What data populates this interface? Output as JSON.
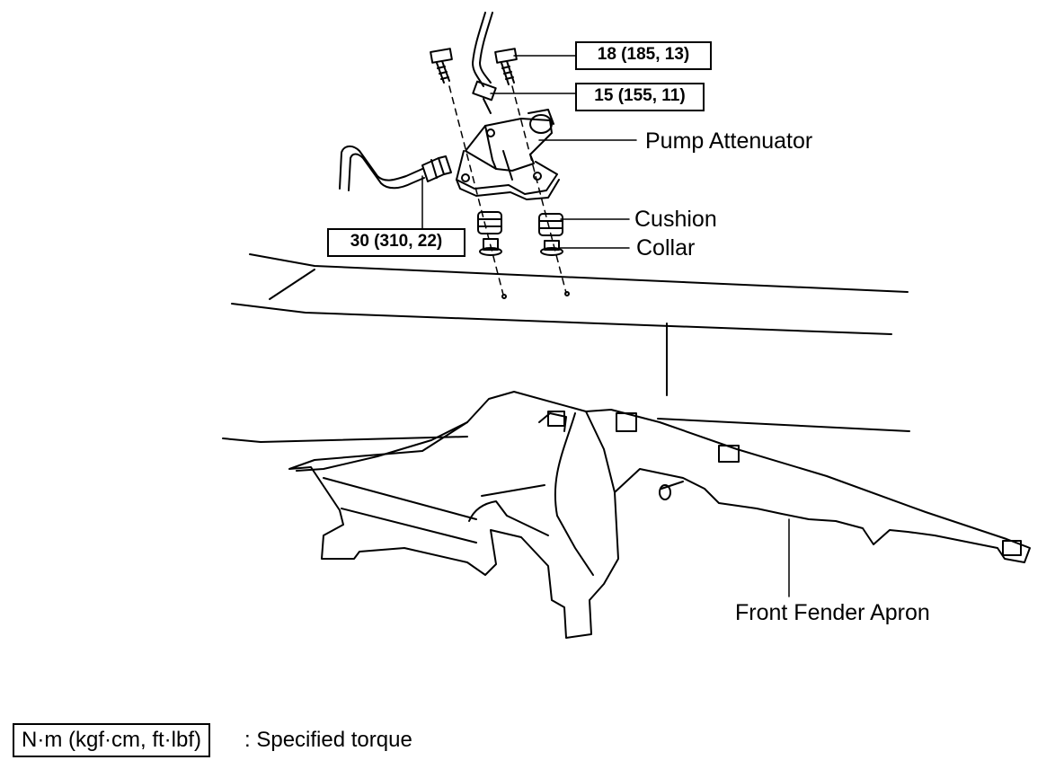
{
  "torques": {
    "bolt_upper": "18 (185, 13)",
    "union_fitting": "15 (155, 11)",
    "hose_fitting": "30 (310, 22)"
  },
  "labels": {
    "pump_attenuator": "Pump Attenuator",
    "cushion": "Cushion",
    "collar": "Collar",
    "front_fender_apron": "Front Fender Apron"
  },
  "legend": {
    "unit": "N·m (kgf·cm, ft·lbf)",
    "description": ": Specified torque"
  }
}
